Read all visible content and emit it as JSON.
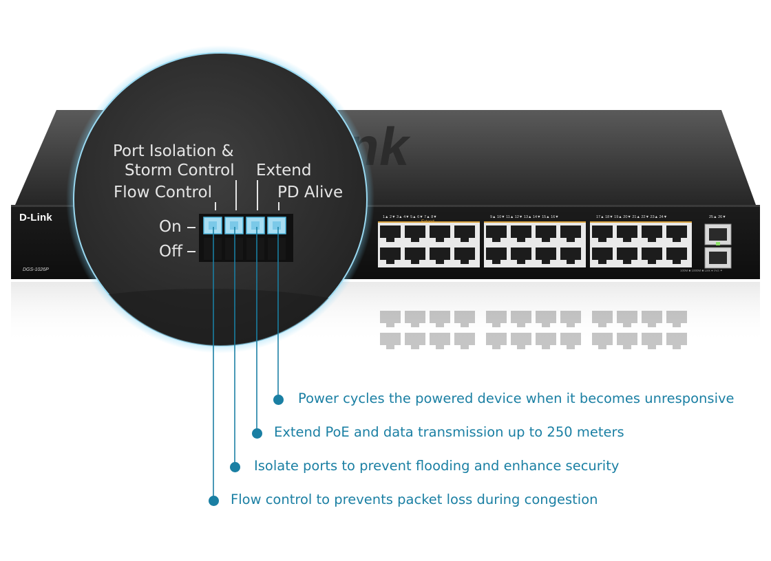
{
  "switch": {
    "brand": "D-Link",
    "model": "DGS-1026P",
    "extend_tag": "Extend",
    "port_numbers_a": "1▲  2▼  3▲  4▼  5▲  6▼  7▲  8▼",
    "port_numbers_b": "9▲  10▼  11▲  12▼  13▲  14▼  15▲  16▼",
    "port_numbers_c": "17▲  18▼  19▲  20▼  21▲  22▼  23▲  24▼",
    "port_numbers_d": "25▲  26▼",
    "led_legend": "100M ■  1000M ■  Link ● /Act ✦"
  },
  "dip_switch": {
    "label_isolation_1": "Port Isolation &",
    "label_isolation_2": "Storm Control",
    "label_extend": "Extend",
    "label_flow": "Flow Control",
    "label_pd_alive": "PD Alive",
    "label_on": "On",
    "label_off": "Off"
  },
  "features": [
    {
      "text": "Power cycles the powered device when it becomes unresponsive"
    },
    {
      "text": "Extend PoE and data transmission up to 250 meters"
    },
    {
      "text": "Isolate ports to prevent flooding and enhance security"
    },
    {
      "text": "Flow control to prevents packet loss during congestion"
    }
  ],
  "colors": {
    "accent": "#1a7fa3",
    "switch_body": "#1e1e1e",
    "dip_on": "#a8ddf2",
    "extend_stripe": "#d9a441"
  }
}
